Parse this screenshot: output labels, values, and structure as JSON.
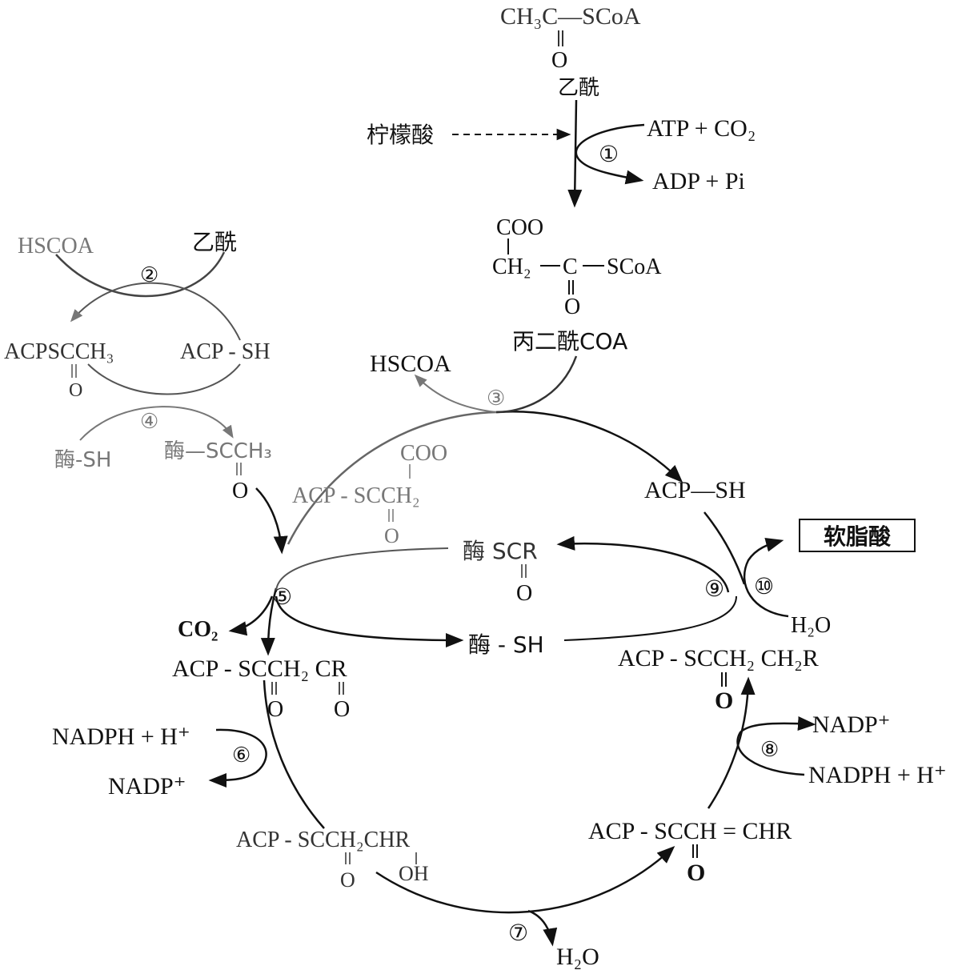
{
  "acetyl_coa": {
    "formula_top": "CH₃C—SCoA",
    "carbonyl_o": "O",
    "name": "乙酰"
  },
  "citrate": "柠檬酸",
  "step1": {
    "num": "①",
    "input": "ATP + CO₂",
    "output": "ADP + Pi"
  },
  "malonyl_coa": {
    "carboxyl": "COO",
    "chain": "CH₂",
    "carbon": "C",
    "bond": "—",
    "scoa": "SCoA",
    "carbonyl_o": "O",
    "name": "丙二酰COA"
  },
  "step2": {
    "num": "②",
    "hscoa": "HSCOA",
    "acetyl": "乙酰",
    "acp_acetyl": "ACPSCCH₃",
    "acp_acetyl_o": "O",
    "acp_sh": "ACP - SH"
  },
  "step3": {
    "num": "③",
    "hscoa": "HSCOA"
  },
  "step4": {
    "num": "④",
    "enzyme_sh": "酶-SH",
    "enzyme_acetyl": "酶—SCCH₃",
    "enzyme_acetyl_o": "O"
  },
  "acp_malonyl": {
    "carboxyl": "COO",
    "formula": "ACP - SCCH₂",
    "carbonyl_o": "O"
  },
  "acp_sh_right": "ACP—SH",
  "enzyme_scr": {
    "formula": "酶 SCR",
    "carbonyl_o": "O"
  },
  "step5": {
    "num": "⑤",
    "co2": "CO₂"
  },
  "enzyme_sh_mid": "酶 - SH",
  "step9": {
    "num": "⑨"
  },
  "step10": {
    "num": "⑩",
    "product": "软脂酸",
    "water": "H₂O"
  },
  "ketoacyl": {
    "formula": "ACP - SCCH₂ CR",
    "o1": "O",
    "o2": "O"
  },
  "acyl_right": {
    "formula": "ACP - SCCH₂ CH₂R",
    "carbonyl_o": "O"
  },
  "step6": {
    "num": "⑥",
    "input": "NADPH + H⁺",
    "output": "NADP⁺"
  },
  "step8": {
    "num": "⑧",
    "output": "NADP⁺",
    "input": "NADPH + H⁺"
  },
  "hydroxyacyl": {
    "formula": "ACP - SCCH₂CHR",
    "carbonyl_o": "O",
    "hydroxyl": "OH"
  },
  "enoyl": {
    "formula": "ACP - SCCH = CHR",
    "carbonyl_o": "O"
  },
  "step7": {
    "num": "⑦",
    "water": "H₂O"
  }
}
